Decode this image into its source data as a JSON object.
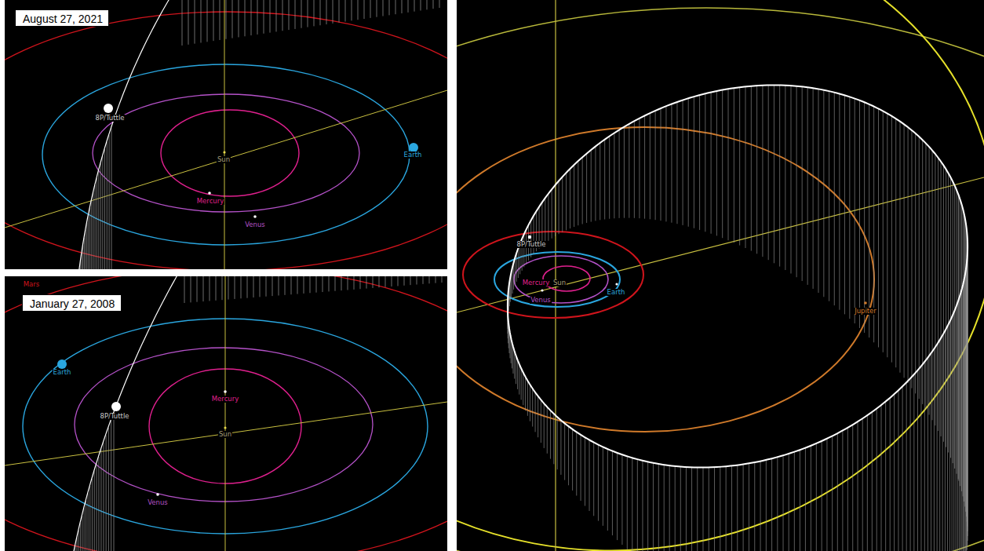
{
  "diagram": {
    "nodes": [
      {
        "text": [
          "August 27, 2021"
        ]
      },
      {
        "text": [
          "January 27, 2008"
        ]
      }
    ],
    "edges": [],
    "labels": [
      "8P/Tuttle",
      "Sun",
      "Mercury",
      "Venus",
      "Earth",
      "Mars",
      "Earth",
      "8P/Tuttle",
      "Mercury",
      "Sun",
      "Venus",
      "8P/Tuttle",
      "Mercury",
      "Sun",
      "Earth",
      "Venus",
      "Jupiter"
    ]
  }
}
